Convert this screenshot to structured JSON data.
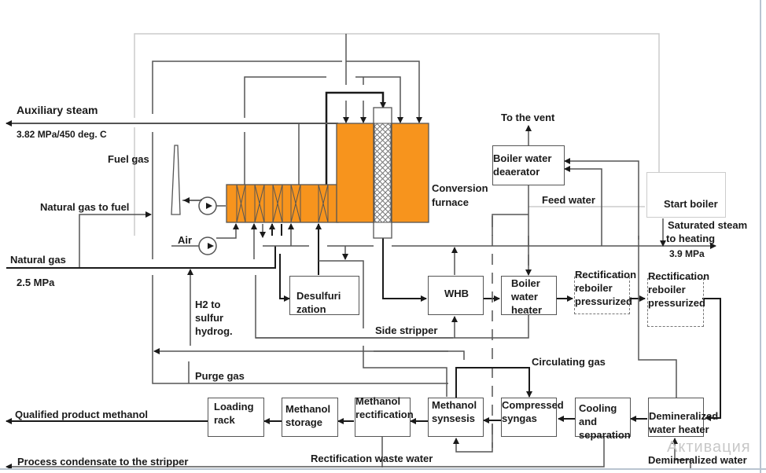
{
  "diagram": {
    "title": "Natural gas to methanol process flow",
    "colors": {
      "furnace_fill": "#f7941d",
      "line": "#555555",
      "line_dark": "#1a1a1a",
      "light_line": "#cccccc",
      "text": "#1a1a1a"
    },
    "labels": {
      "auxiliary_steam": "Auxiliary steam",
      "auxiliary_steam_spec": "3.82 MPa/450 deg. C",
      "fuel_gas": "Fuel gas",
      "natural_gas_to_fuel": "Natural gas to fuel",
      "air": "Air",
      "natural_gas": "Natural gas",
      "natural_gas_pressure": "2.5 MPa",
      "h2_to_sulfur_1": "H2 to",
      "h2_to_sulfur_2": "sulfur",
      "h2_to_sulfur_3": "hydrog.",
      "conversion_furnace_1": "Conversion",
      "conversion_furnace_2": "furnace",
      "to_the_vent": "To the vent",
      "feed_water": "Feed water",
      "saturated_steam_1": "Saturated steam",
      "saturated_steam_2": "to heating",
      "saturated_steam_3": "3.9 MPa",
      "side_stripper": "Side stripper",
      "purge_gas": "Purge gas",
      "circulating_gas": "Circulating gas",
      "qualified_product": "Qualified product methanol",
      "process_condensate": "Process condensate to the stripper",
      "rectification_waste_water": "Rectification waste water",
      "demineralized_water": "Demineralized water"
    },
    "units": {
      "desulfurization": [
        "Desulfuri",
        "zation"
      ],
      "whb": [
        "WHB"
      ],
      "boiler_water_heater": [
        "Boiler",
        "water",
        "heater"
      ],
      "boiler_water_deaerator": [
        "Boiler water",
        "deaerator"
      ],
      "start_boiler": [
        "Start boiler"
      ],
      "rectification_reboiler_1": [
        "Rectification",
        "reboiler",
        "pressurized"
      ],
      "rectification_reboiler_2": [
        "Rectification",
        "reboiler",
        "pressurized"
      ],
      "loading_rack": [
        "Loading",
        "rack"
      ],
      "methanol_storage": [
        "Methanol",
        "storage"
      ],
      "methanol_rectification": [
        "Methanol",
        "rectification"
      ],
      "methanol_synthesis": [
        "Methanol",
        "synsesis"
      ],
      "compressed_syngas": [
        "Compressed",
        "syngas"
      ],
      "cooling_separation": [
        "Cooling",
        "and",
        "separation"
      ],
      "demineralized_water_heater": [
        "Demineralized",
        "water heater"
      ]
    },
    "watermark": "Активация"
  }
}
